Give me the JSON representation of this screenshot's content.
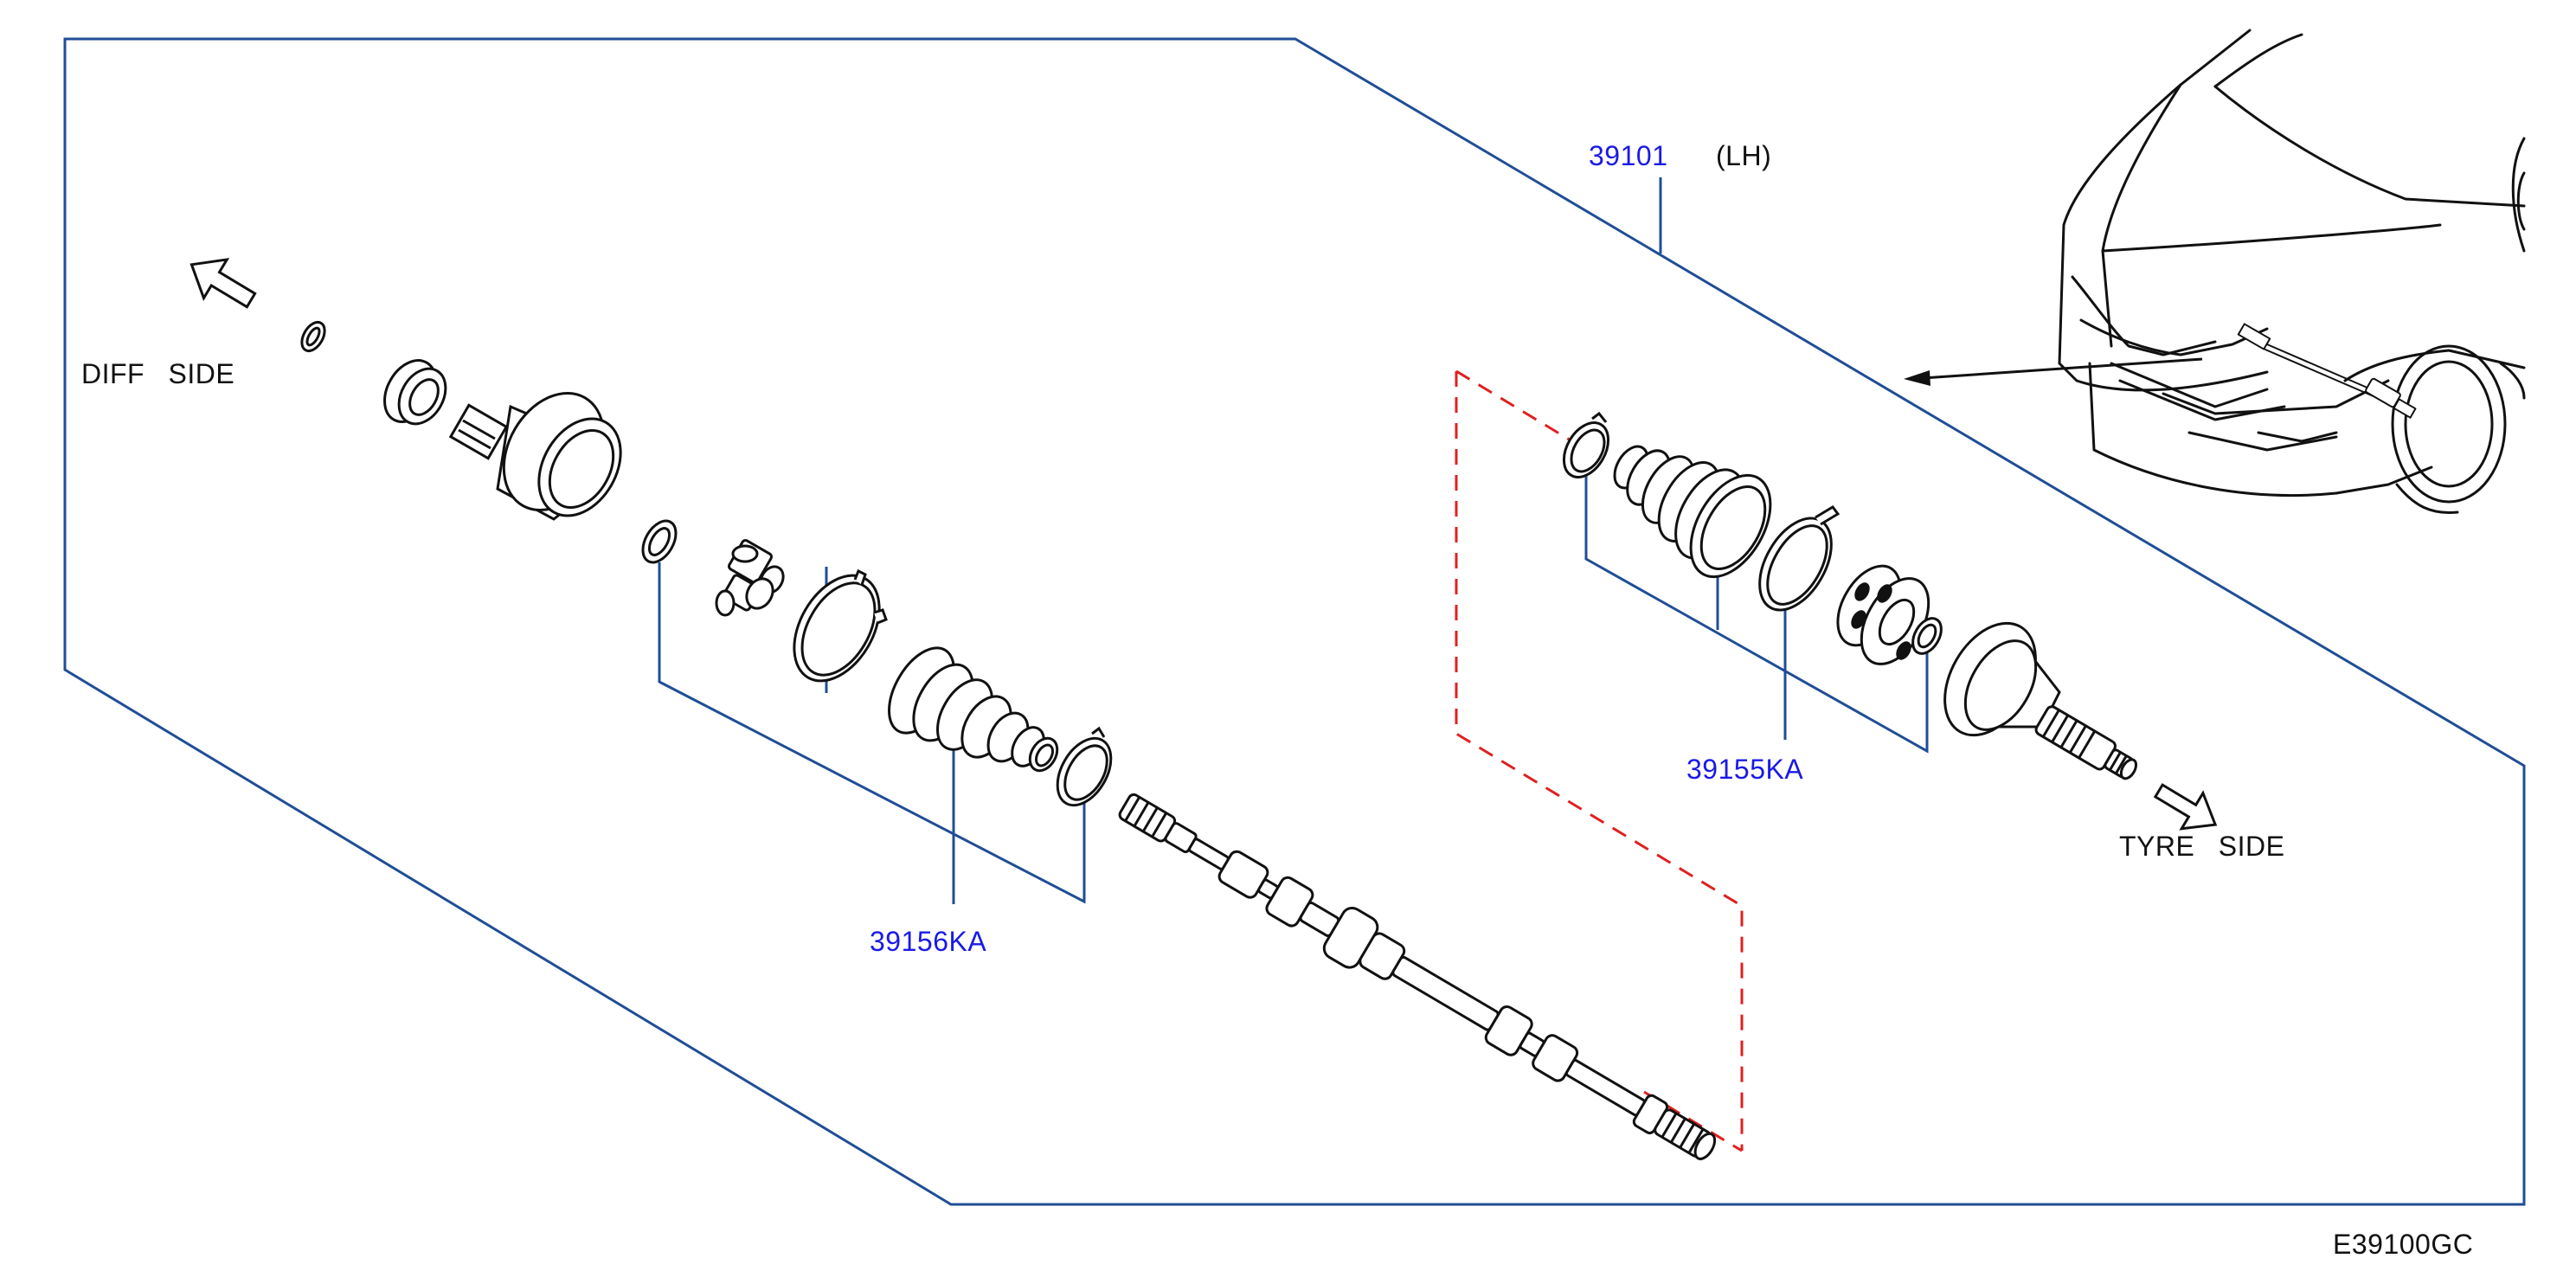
{
  "labels": {
    "part_main": "39101",
    "part_main_side": "(LH)",
    "part_boot_tyre": "39155KA",
    "part_boot_diff": "39156KA",
    "diff_side": "DIFF  SIDE",
    "tyre_side": "TYRE  SIDE",
    "diagram_code": "E39100GC"
  },
  "colors": {
    "frame_line": "#1f4e96",
    "leader_line": "#1f4e96",
    "part_number": "#1a1ae6",
    "subassembly_dash": "#e02020",
    "part_stroke": "#111111"
  },
  "icons": {
    "diff_direction": "hollow-arrow-up-left",
    "tyre_direction": "hollow-arrow-down-right",
    "vehicle_locator": "vehicle-front-outline"
  }
}
